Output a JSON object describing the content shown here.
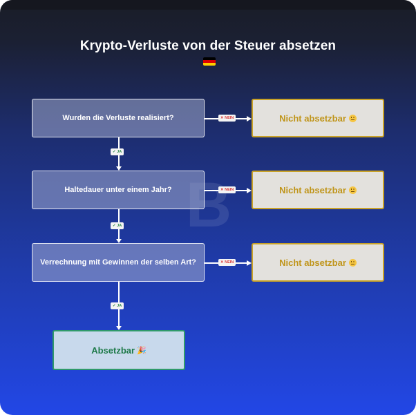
{
  "title": "Krypto-Verluste von der Steuer absetzen",
  "flag_colors": [
    "#000000",
    "#dd0000",
    "#ffce00"
  ],
  "watermark": "B",
  "questions": [
    "Wurden die Verluste realisiert?",
    "Haltedauer unter einem Jahr?",
    "Verrechnung mit Gewinnen der selben Art?"
  ],
  "no_outcome": "Nicht absetzbar",
  "yes_outcome": "Absetzbar",
  "tags": {
    "no": "✕ NEIN",
    "yes": "✓ JA"
  },
  "icons": {
    "no_outcome": "sad-face-icon",
    "yes_outcome": "party-popper-icon"
  },
  "colors": {
    "no_outcome_text": "#c0951a",
    "no_outcome_border": "#c9a227",
    "yes_outcome_text": "#1f7a4a",
    "yes_outcome_border": "#2f9a6a",
    "tag_no": "#d93a3a",
    "tag_yes": "#2f8a4a"
  }
}
